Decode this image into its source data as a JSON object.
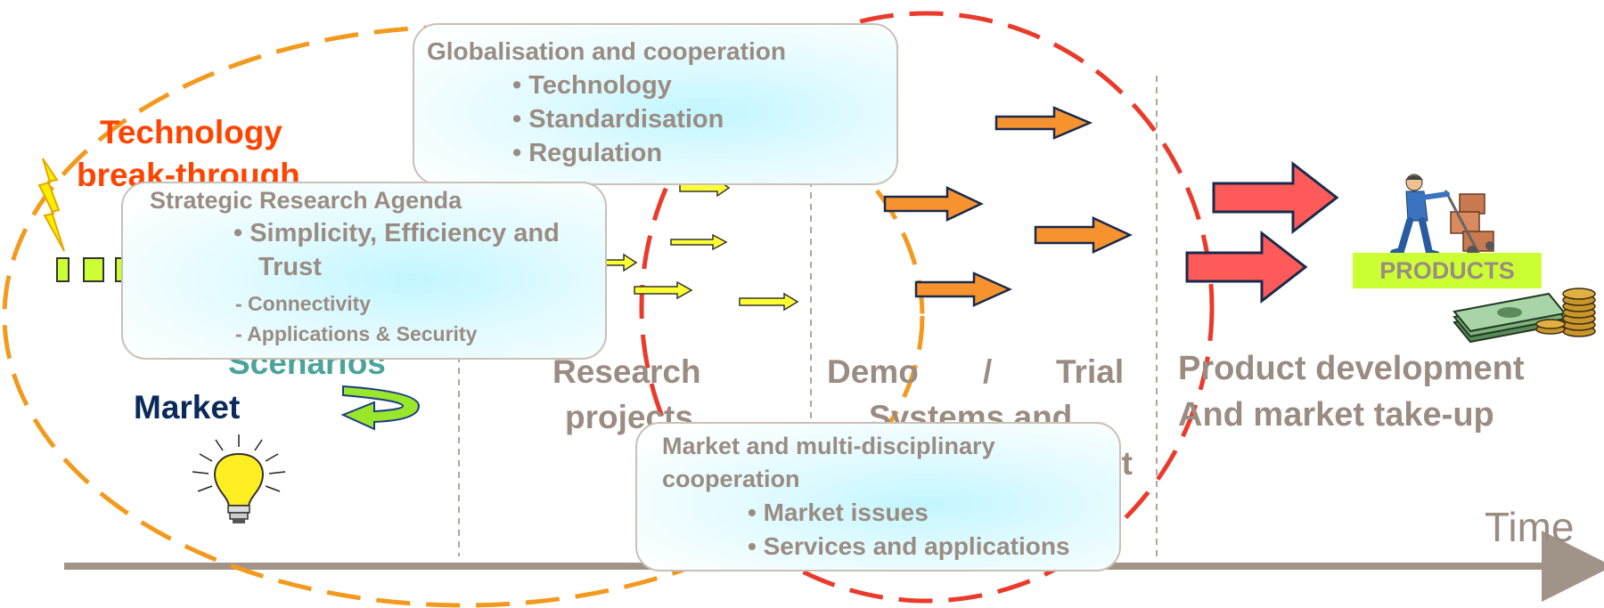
{
  "colors": {
    "text_grey": "#9a8c82",
    "tech_orange": "#ff4400",
    "scenario_teal": "#4aa49a",
    "market_navy": "#0a2a5c",
    "ellipse_orange": "#f39a1e",
    "ellipse_red": "#ea3a2a",
    "arrow_small_fill": "#ffff33",
    "arrow_medium_fill": "#f7932f",
    "arrow_large_fill": "#ff5a5a",
    "products_bg": "#ccff33",
    "axis": "#a09488"
  },
  "labels": {
    "technology_line1": "Technology",
    "technology_line2": "break-through",
    "scenarios": "Scenarios",
    "market": "Market",
    "research_line1": "Research",
    "research_line2": "projects",
    "demo_word1": "Demo",
    "demo_slash": "/",
    "demo_word2": "Trial",
    "demo_line2": "Systems and",
    "demo_line3_tail": "nt",
    "product_line1": "Product development",
    "product_line2": "And market take-up",
    "products_badge": "PRODUCTS",
    "time": "Time"
  },
  "boxes": {
    "globalisation": {
      "title": "Globalisation and cooperation",
      "items": [
        "Technology",
        "Standardisation",
        "Regulation"
      ]
    },
    "strategic": {
      "title": "Strategic Research Agenda",
      "item1_line1": "Simplicity, Efficiency and",
      "item1_line2": "Trust",
      "item2": "- Connectivity",
      "item3": "- Applications & Security"
    },
    "market_coop": {
      "title_line1": "Market and multi-disciplinary",
      "title_line2": "cooperation",
      "items": [
        "Market issues",
        "Services and applications"
      ]
    }
  },
  "icons": [
    "lightning-icon",
    "lightbulb-icon",
    "delivery-worker-icon",
    "money-stack-icon",
    "coin-stack-icon",
    "cycle-arrow-icon"
  ]
}
